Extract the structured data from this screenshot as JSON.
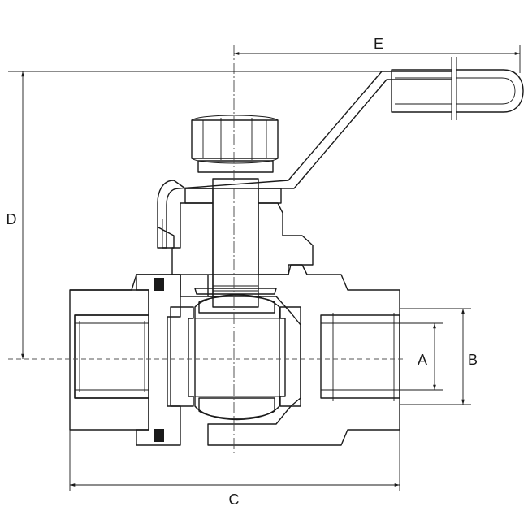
{
  "dimensions": {
    "a": "A",
    "b": "B",
    "c": "C",
    "d": "D",
    "e": "E"
  },
  "colors": {
    "line": "#1a1a1a",
    "background": "#ffffff"
  }
}
